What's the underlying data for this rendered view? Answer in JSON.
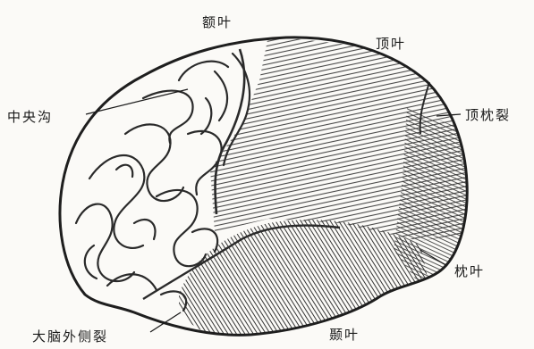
{
  "labels": {
    "frontal_lobe": "额叶",
    "parietal_lobe": "顶叶",
    "central_sulcus": "中央沟",
    "parieto_occipital_fissure": "顶枕裂",
    "occipital_lobe": "枕叶",
    "lateral_fissure": "大脑外侧裂",
    "temporal_lobe": "颞叶"
  },
  "colors": {
    "ink": "#2a2a2a",
    "paper": "#fbfaf7"
  }
}
